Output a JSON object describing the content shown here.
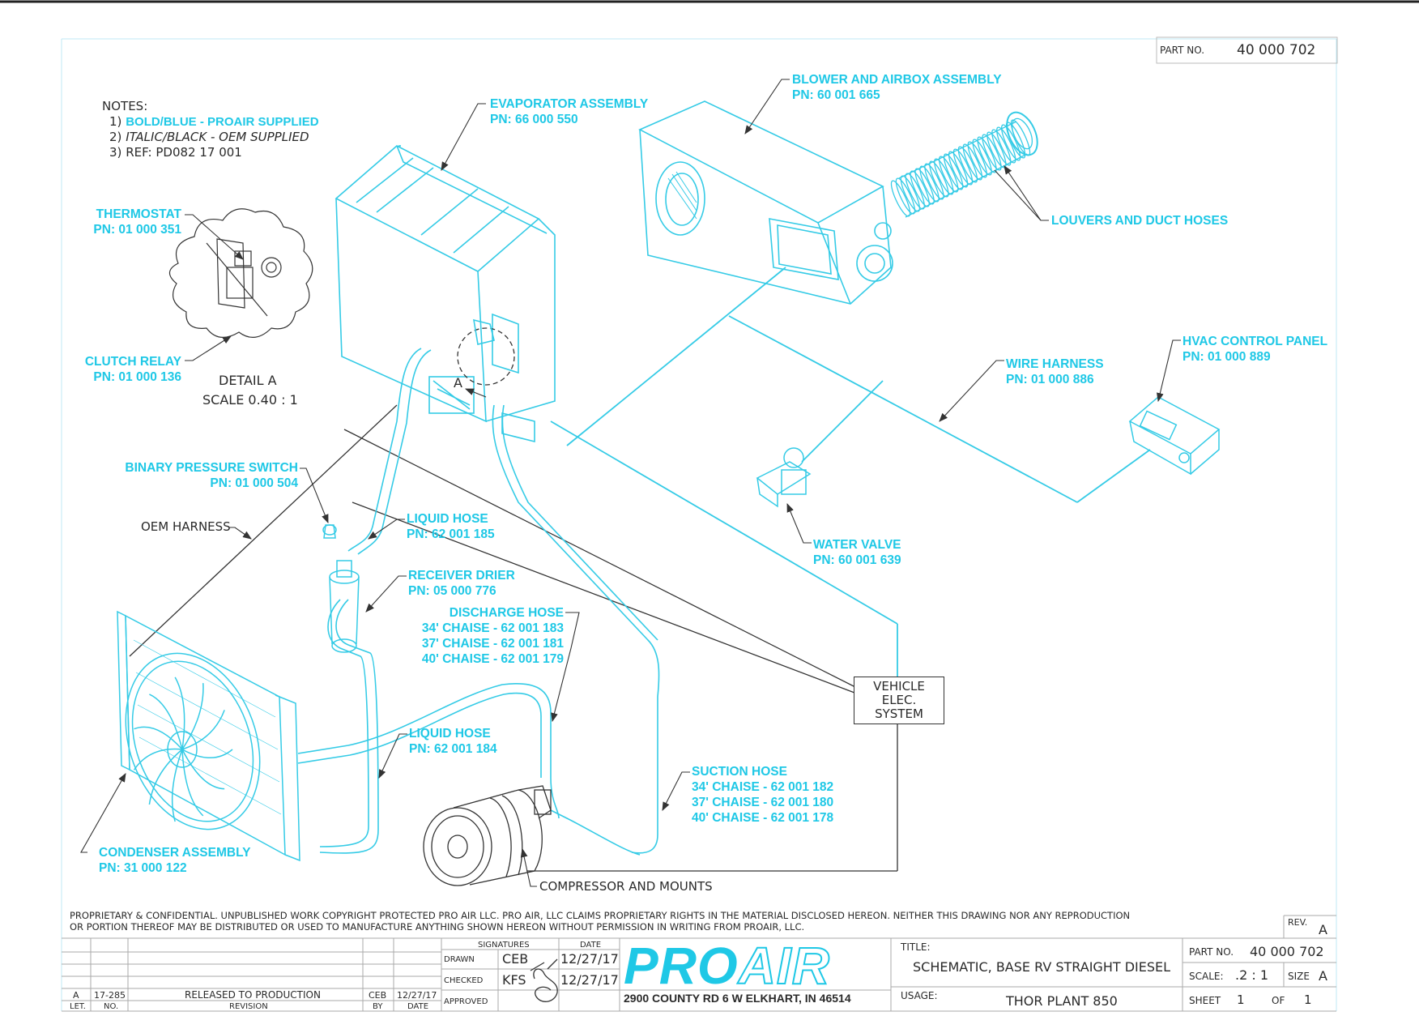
{
  "part_no_top": {
    "label": "PART NO.",
    "value": "40 000 702"
  },
  "notes": {
    "title": "NOTES:",
    "items": [
      {
        "num": "1)",
        "text": "BOLD/BLUE - PROAIR SUPPLIED"
      },
      {
        "num": "2)",
        "text": "ITALIC/BLACK - OEM SUPPLIED"
      },
      {
        "num": "3)",
        "text": "REF: PD082 17 001"
      }
    ]
  },
  "components": {
    "evaporator": {
      "name": "EVAPORATOR ASSEMBLY",
      "pn": "PN: 66 000 550"
    },
    "blower": {
      "name": "BLOWER AND AIRBOX ASSEMBLY",
      "pn": "PN: 60 001 665"
    },
    "louvers": {
      "name": "LOUVERS AND DUCT HOSES"
    },
    "thermostat": {
      "name": "THERMOSTAT",
      "pn": "PN: 01 000 351"
    },
    "clutch_relay": {
      "name": "CLUTCH RELAY",
      "pn": "PN: 01 000 136"
    },
    "hvac_panel": {
      "name": "HVAC CONTROL PANEL",
      "pn": "PN: 01 000 889"
    },
    "wire_harness": {
      "name": "WIRE HARNESS",
      "pn": "PN: 01 000 886"
    },
    "binary_switch": {
      "name": "BINARY PRESSURE SWITCH",
      "pn": "PN: 01 000 504"
    },
    "liquid_hose_1": {
      "name": "LIQUID HOSE",
      "pn": "PN: 62 001 185"
    },
    "receiver_drier": {
      "name": "RECEIVER DRIER",
      "pn": "PN: 05 000 776"
    },
    "water_valve": {
      "name": "WATER VALVE",
      "pn": "PN: 60 001 639"
    },
    "discharge_hose": {
      "name": "DISCHARGE HOSE",
      "lines": [
        "34' CHAISE - 62 001 183",
        "37' CHAISE - 62 001 181",
        "40' CHAISE - 62 001 179"
      ]
    },
    "liquid_hose_2": {
      "name": "LIQUID HOSE",
      "pn": "PN: 62 001 184"
    },
    "suction_hose": {
      "name": "SUCTION HOSE",
      "lines": [
        "34' CHAISE - 62 001 182",
        "37' CHAISE - 62 001 180",
        "40' CHAISE - 62 001 178"
      ]
    },
    "condenser": {
      "name": "CONDENSER ASSEMBLY",
      "pn": "PN: 31 000 122"
    }
  },
  "oem": {
    "oem_harness": "OEM HARNESS",
    "compressor": "COMPRESSOR AND MOUNTS",
    "vehicle_elec": [
      "VEHICLE",
      "ELEC. SYSTEM"
    ]
  },
  "detail": {
    "title": "DETAIL  A",
    "scale": "SCALE 0.40 : 1",
    "marker": "A"
  },
  "proprietary": [
    "PROPRIETARY & CONFIDENTIAL. UNPUBLISHED WORK COPYRIGHT PROTECTED PRO AIR LLC. PRO AIR, LLC CLAIMS PROPRIETARY RIGHTS IN THE MATERIAL DISCLOSED HEREON. NEITHER THIS DRAWING NOR ANY REPRODUCTION",
    "OR PORTION THEREOF MAY BE DISTRIBUTED OR USED TO MANUFACTURE ANYTHING SHOWN HEREON WITHOUT PERMISSION IN WRITING FROM PROAIR, LLC."
  ],
  "revision_block": {
    "row": {
      "let": "A",
      "no": "17-285",
      "revision": "RELEASED TO PRODUCTION",
      "by": "CEB",
      "date": "12/27/17"
    },
    "headers": {
      "let": "LET.",
      "no": "NO.",
      "revision": "REVISION",
      "by": "BY",
      "date": "DATE"
    }
  },
  "signatures": {
    "header": "SIGNATURES",
    "date_header": "DATE",
    "drawn": {
      "label": "DRAWN",
      "by": "CEB",
      "date": "12/27/17"
    },
    "checked": {
      "label": "CHECKED",
      "by": "KFS",
      "date": "12/27/17"
    },
    "approved": {
      "label": "APPROVED"
    }
  },
  "company": {
    "logo_part1": "PRO",
    "logo_part2": "AIR",
    "address": "2900 COUNTY RD 6 W  ELKHART, IN 46514"
  },
  "title_block": {
    "title_label": "TITLE:",
    "title": "SCHEMATIC, BASE RV STRAIGHT DIESEL",
    "usage_label": "USAGE:",
    "usage": "THOR PLANT 850",
    "part_no_label": "PART NO.",
    "part_no": "40 000 702",
    "scale_label": "SCALE:",
    "scale": ".2 : 1",
    "size_label": "SIZE",
    "size": "A",
    "sheet_label": "SHEET",
    "sheet": "1",
    "of_label": "OF",
    "of": "1",
    "rev_label": "REV.",
    "rev": "A"
  },
  "colors": {
    "supplied_blue": "#1fc8e6",
    "line_blue": "#35cbe6",
    "ink": "#2a2a2a"
  }
}
